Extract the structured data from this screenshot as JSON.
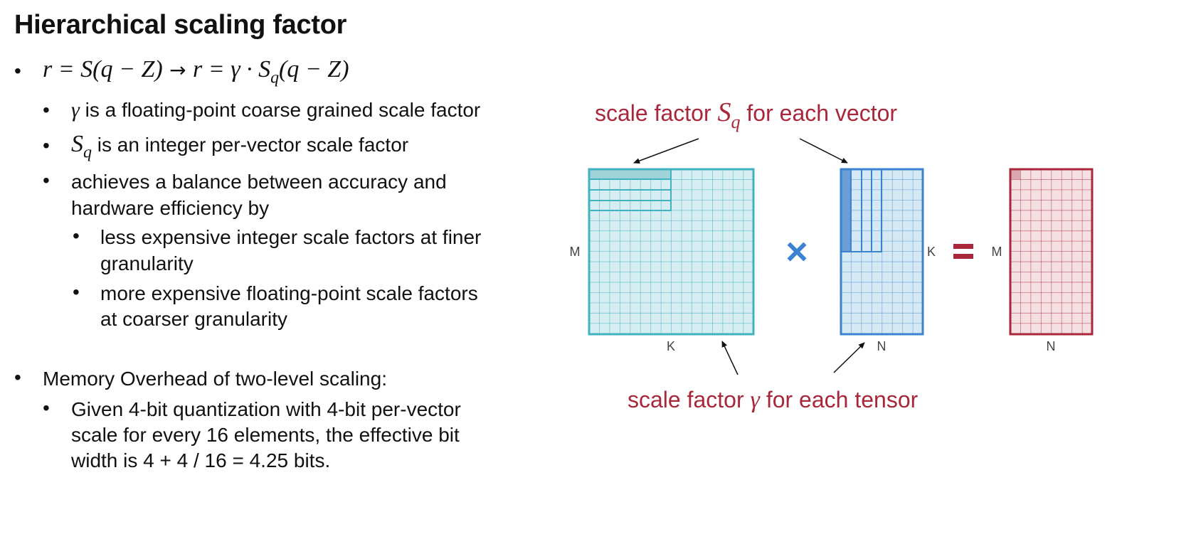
{
  "title": "Hierarchical scaling factor",
  "bullets": {
    "formula_a": "r = S(q − Z)",
    "formula_arrow": "→",
    "formula_b_1": "r = γ · S",
    "formula_b_sub": "q",
    "formula_b_2": "(q − Z)",
    "gamma_symbol": "γ",
    "gamma_text": " is a floating-point coarse grained scale factor",
    "sq_symbol": "S",
    "sq_sub": "q",
    "sq_text": " is an integer per-vector scale factor",
    "balance_line1": "achieves a balance between accuracy and",
    "balance_line2": "hardware efficiency by",
    "sub1_line1": "less expensive integer scale factors at finer",
    "sub1_line2": "granularity",
    "sub2_line1": "more expensive floating-point scale factors",
    "sub2_line2": "at coarser granularity",
    "memory_heading": "Memory Overhead of two-level scaling:",
    "memory_line1": "Given 4-bit quantization with 4-bit per-vector",
    "memory_line2": "scale for every 16 elements, the effective bit",
    "memory_line3": "width is 4 + 4 / 16 = 4.25 bits."
  },
  "diagram": {
    "top_label_pre": "scale factor ",
    "top_label_symbol": "S",
    "top_label_sub": "q",
    "top_label_post": " for each vector",
    "bottom_label_pre": "scale factor ",
    "bottom_label_symbol": "γ",
    "bottom_label_post": " for each tensor",
    "matrix_a": {
      "row_label": "M",
      "col_label": "K"
    },
    "matrix_b": {
      "row_label": "K",
      "col_label": "N"
    },
    "matrix_c": {
      "row_label": "M",
      "col_label": "N"
    },
    "multiply_symbol": "×",
    "equals_symbol": "=",
    "colors": {
      "teal": "#3fb1bf",
      "teal_fill": "#d6eef1",
      "blue": "#3b82d0",
      "blue_fill": "#d5e9f5",
      "red": "#a8273a",
      "red_fill": "#f4dfe2",
      "label_red": "#a8273a"
    }
  }
}
